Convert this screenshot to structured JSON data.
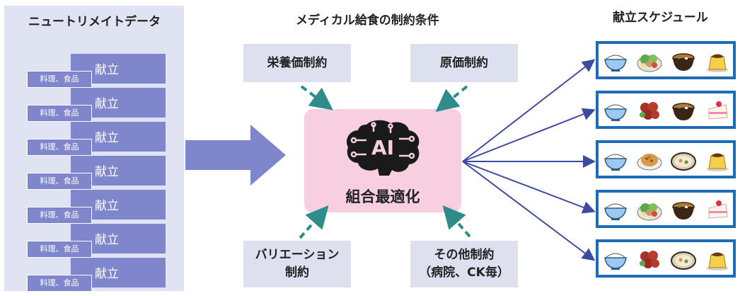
{
  "titles": {
    "left": "ニュートリメイトデータ",
    "middle": "メディカル給食の制約条件",
    "right": "献立スケジュール"
  },
  "menu_cards": [
    {
      "menu_label": "献立",
      "item_label": "料理、食品"
    },
    {
      "menu_label": "献立",
      "item_label": "料理、食品"
    },
    {
      "menu_label": "献立",
      "item_label": "料理、食品"
    },
    {
      "menu_label": "献立",
      "item_label": "料理、食品"
    },
    {
      "menu_label": "献立",
      "item_label": "料理、食品"
    },
    {
      "menu_label": "献立",
      "item_label": "料理、食品"
    },
    {
      "menu_label": "献立",
      "item_label": "料理、食品"
    }
  ],
  "constraints": {
    "nutrition": "栄養価制約",
    "cost": "原価制約",
    "variation": "バリエーション\n制約",
    "other": "その他制約\n（病院、CK毎）"
  },
  "ai": {
    "chip_label": "AI",
    "caption": "組合最適化"
  },
  "schedule_rows": [
    {
      "foods": [
        "rice-bowl-icon",
        "salad-icon",
        "miso-soup-icon",
        "pudding-icon"
      ]
    },
    {
      "foods": [
        "rice-bowl-icon",
        "fried-chicken-icon",
        "miso-soup-icon",
        "shortcake-icon"
      ]
    },
    {
      "foods": [
        "rice-bowl-icon",
        "fried-rice-icon",
        "cream-stew-icon",
        "pudding-icon"
      ]
    },
    {
      "foods": [
        "rice-bowl-icon",
        "salad-icon",
        "miso-soup-icon",
        "shortcake-icon"
      ]
    },
    {
      "foods": [
        "rice-bowl-icon",
        "fried-chicken-icon",
        "cream-stew-icon",
        "pudding-icon"
      ]
    }
  ],
  "colors": {
    "panel_bg": "#dfe3f2",
    "card": "#7f86cc",
    "constraint_bg": "#dde0ef",
    "ai_bg": "#f7cfe0",
    "arrow_teal": "#2f8c8a",
    "arrow_navy": "#3e4aa0",
    "schedule_border": "#1f6cb6"
  }
}
